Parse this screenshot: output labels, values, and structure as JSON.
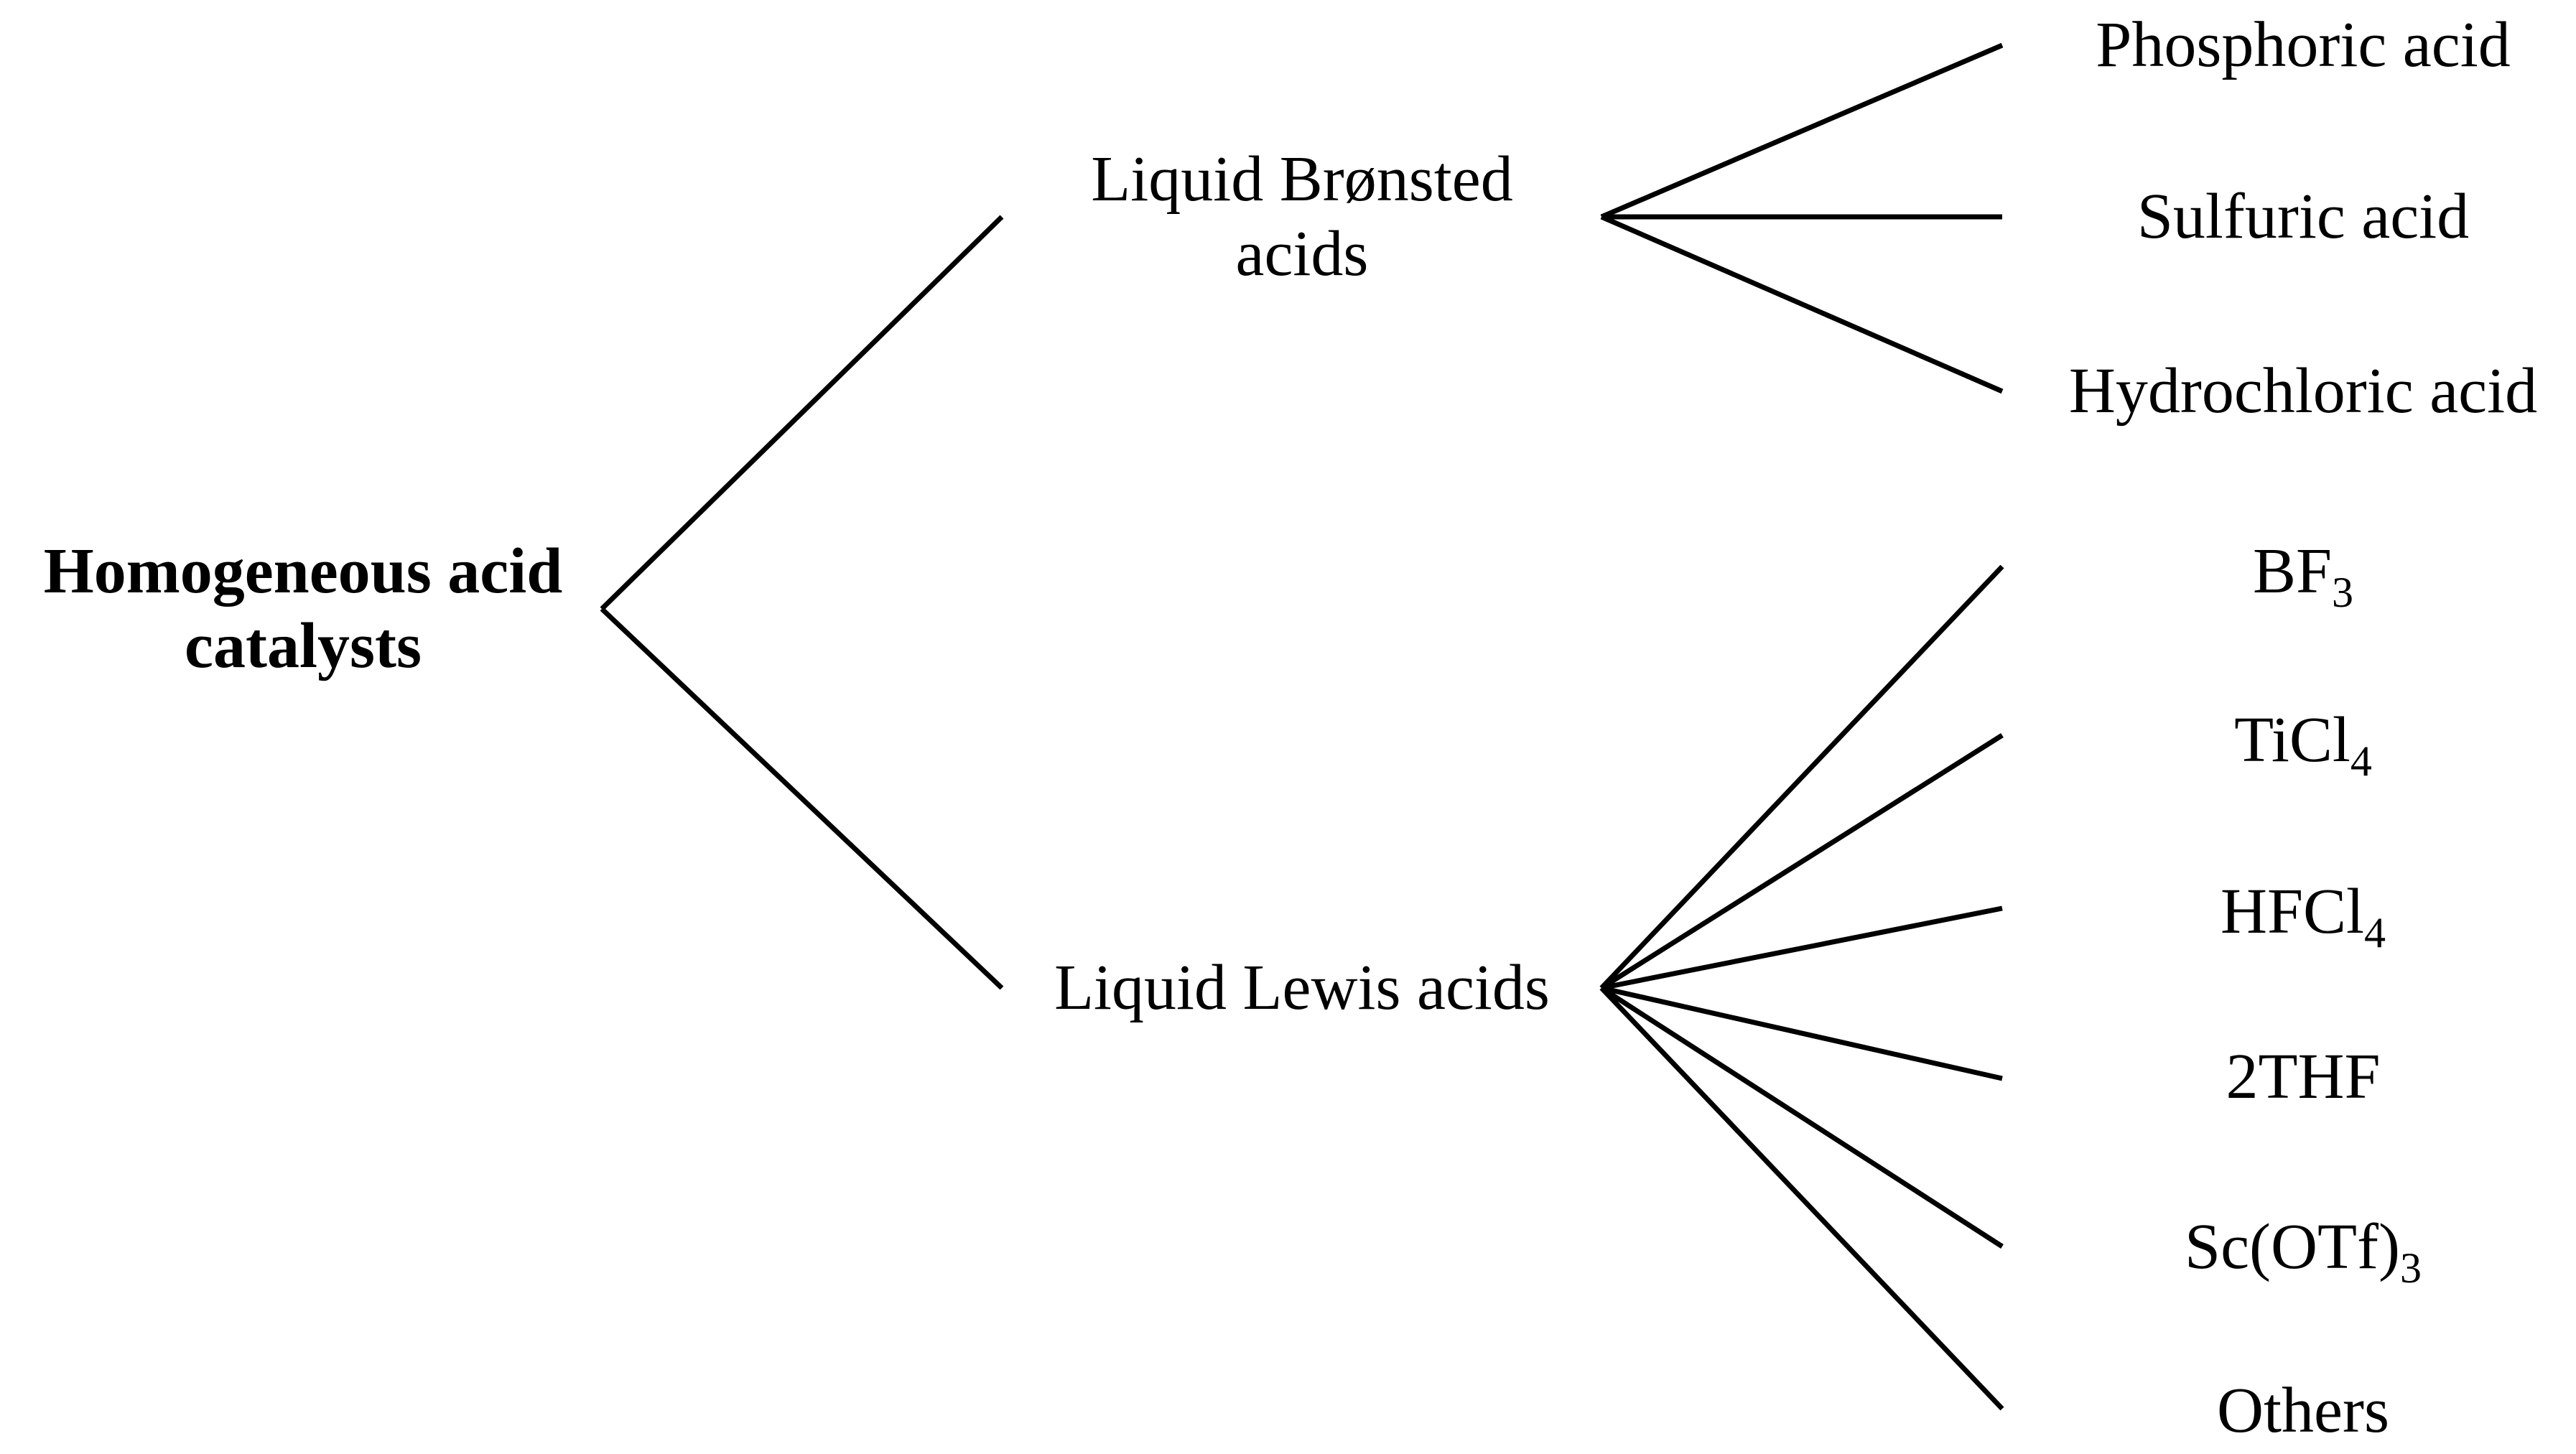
{
  "root": {
    "line1": "Homogeneous acid",
    "line2": "catalysts"
  },
  "branches": {
    "bronsted": {
      "line1": "Liquid Brønsted",
      "line2": "acids",
      "leaves": [
        "Phosphoric acid",
        "Sulfuric acid",
        "Hydrochloric acid"
      ]
    },
    "lewis": {
      "label": "Liquid Lewis acids",
      "leaves": [
        {
          "main": "BF",
          "sub": "3"
        },
        {
          "main": "TiCl",
          "sub": "4"
        },
        {
          "main": "HFCl",
          "sub": "4"
        },
        {
          "main": "2THF",
          "sub": ""
        },
        {
          "main": "Sc(OTf)",
          "sub": "3"
        },
        {
          "main": "Others",
          "sub": ""
        }
      ]
    }
  }
}
